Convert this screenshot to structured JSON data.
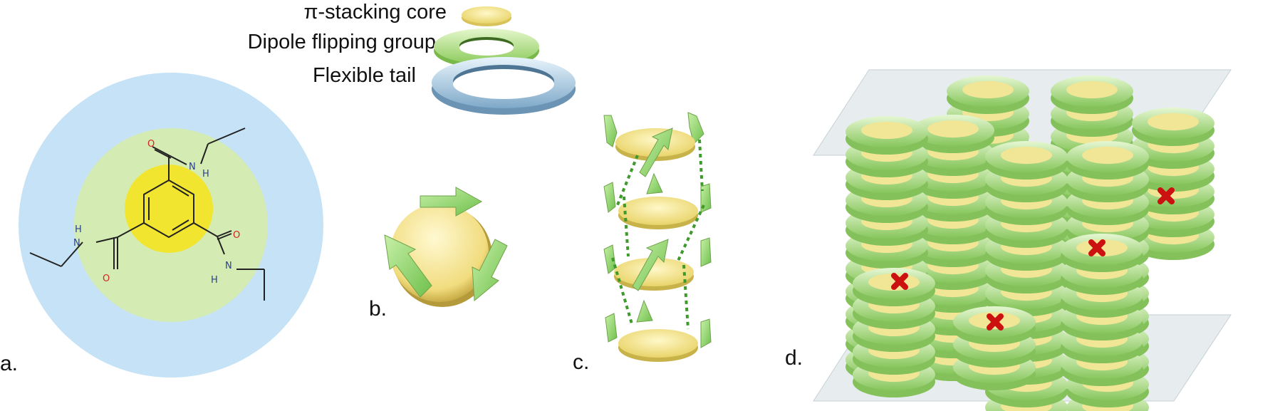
{
  "legend": {
    "items": [
      {
        "label": "π-stacking core",
        "icon": "yellow-disc"
      },
      {
        "label": "Dipole flipping group",
        "icon": "green-ring"
      },
      {
        "label": "Flexible tail",
        "icon": "blue-ring"
      }
    ]
  },
  "panels": {
    "a": "a.",
    "b": "b.",
    "c": "c.",
    "d": "d."
  },
  "atoms": {
    "oxygen": "O",
    "nitrogen": "N",
    "hydrogen": "H"
  },
  "colors": {
    "core": "#f2e27a",
    "dipole": "#bfe79a",
    "tail": "#bfe0f5",
    "arrow": "#86d06a",
    "hbond": "#3f9a2c",
    "defect": "#cc1111",
    "oxygen": "#d42020",
    "nitrogen": "#2a3f8f"
  }
}
